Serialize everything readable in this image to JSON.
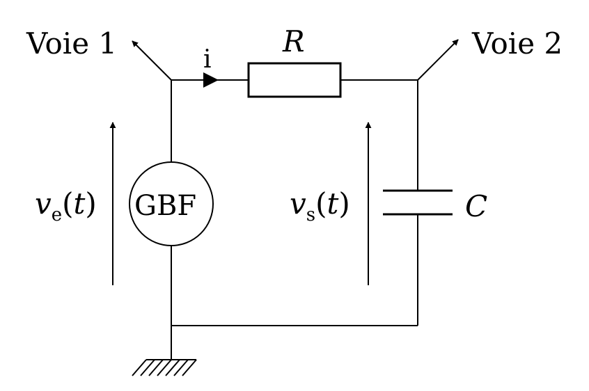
{
  "labels": {
    "channel1": "Voie 1",
    "channel2": "Voie 2",
    "current": "i",
    "resistor": "R",
    "capacitor": "C",
    "generator": "GBF",
    "input_voltage": {
      "var": "v",
      "sub": "e",
      "arg": "(t)"
    },
    "output_voltage": {
      "var": "v",
      "sub": "s",
      "arg": "(t)"
    }
  }
}
